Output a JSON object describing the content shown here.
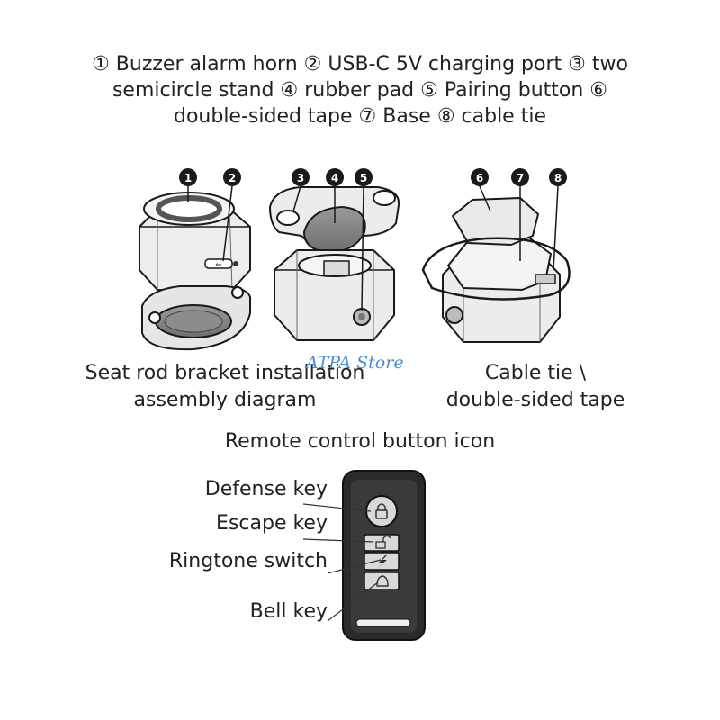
{
  "header": {
    "line1": "① Buzzer alarm horn ② USB-C 5V charging port ③ two",
    "line2": "semicircle stand ④ rubber pad ⑤ Pairing button ⑥",
    "line3": "double-sided tape ⑦ Base ⑧ cable tie"
  },
  "callouts": [
    "1",
    "2",
    "3",
    "4",
    "5",
    "6",
    "7",
    "8"
  ],
  "captions": {
    "seat_line1": "Seat rod bracket installation",
    "seat_line2": "assembly diagram",
    "cable_line1": "Cable tie \\",
    "cable_line2": "double-sided tape"
  },
  "watermark": "ATPA Store",
  "remote": {
    "title": "Remote control button icon",
    "keys": {
      "defense": "Defense key",
      "escape": "Escape key",
      "ringtone": "Ringtone switch",
      "bell": "Bell key"
    }
  }
}
